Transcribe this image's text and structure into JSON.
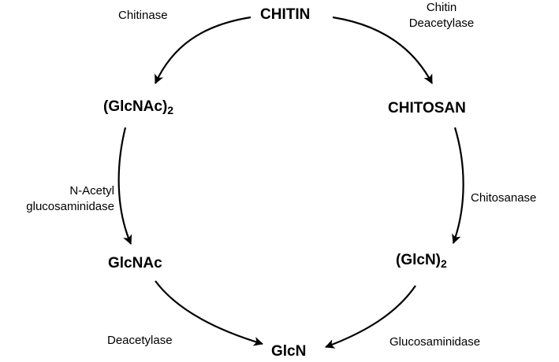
{
  "nodes": {
    "chitin": "CHITIN",
    "glcnac2": {
      "main": "(GlcNAc)",
      "sub": "2"
    },
    "chitosan": "CHITOSAN",
    "glcnac": "GlcNAc",
    "glcn2": {
      "main": "(GlcN)",
      "sub": "2"
    },
    "glcn": "GlcN"
  },
  "enzymes": {
    "chitinase": "Chitinase",
    "chitin_deacetylase_1": "Chitin",
    "chitin_deacetylase_2": "Deacetylase",
    "n_acetyl_glucosaminidase_1": "N-Acetyl",
    "n_acetyl_glucosaminidase_2": "glucosaminidase",
    "chitosanase": "Chitosanase",
    "deacetylase": "Deacetylase",
    "glucosaminidase": "Glucosaminidase"
  },
  "colors": {
    "stroke": "#000000",
    "background": "#ffffff"
  }
}
